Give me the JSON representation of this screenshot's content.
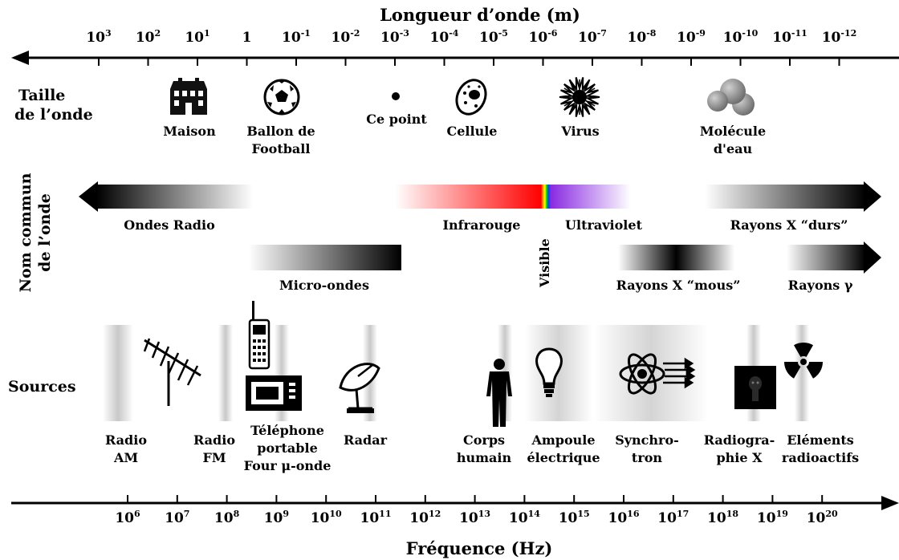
{
  "wavelength": {
    "title": "Longueur d’onde (m)",
    "ticks": [
      {
        "base": "10",
        "exp": "3"
      },
      {
        "base": "10",
        "exp": "2"
      },
      {
        "base": "10",
        "exp": "1"
      },
      {
        "base": "1",
        "exp": ""
      },
      {
        "base": "10",
        "exp": "-1"
      },
      {
        "base": "10",
        "exp": "-2"
      },
      {
        "base": "10",
        "exp": "-3"
      },
      {
        "base": "10",
        "exp": "-4"
      },
      {
        "base": "10",
        "exp": "-5"
      },
      {
        "base": "10",
        "exp": "-6"
      },
      {
        "base": "10",
        "exp": "-7"
      },
      {
        "base": "10",
        "exp": "-8"
      },
      {
        "base": "10",
        "exp": "-9"
      },
      {
        "base": "10",
        "exp": "-10"
      },
      {
        "base": "10",
        "exp": "-11"
      },
      {
        "base": "10",
        "exp": "-12"
      }
    ]
  },
  "frequency": {
    "title": "Fréquence (Hz)",
    "ticks": [
      {
        "base": "10",
        "exp": "6"
      },
      {
        "base": "10",
        "exp": "7"
      },
      {
        "base": "10",
        "exp": "8"
      },
      {
        "base": "10",
        "exp": "9"
      },
      {
        "base": "10",
        "exp": "10"
      },
      {
        "base": "10",
        "exp": "11"
      },
      {
        "base": "10",
        "exp": "12"
      },
      {
        "base": "10",
        "exp": "13"
      },
      {
        "base": "10",
        "exp": "14"
      },
      {
        "base": "10",
        "exp": "15"
      },
      {
        "base": "10",
        "exp": "16"
      },
      {
        "base": "10",
        "exp": "17"
      },
      {
        "base": "10",
        "exp": "18"
      },
      {
        "base": "10",
        "exp": "19"
      },
      {
        "base": "10",
        "exp": "20"
      }
    ]
  },
  "rows": {
    "size_line1": "Taille",
    "size_line2": "de l’onde",
    "name_line1": "Nom commun",
    "name_line2": "de l’onde",
    "sources": "Sources"
  },
  "sizes": {
    "house": "Maison",
    "ball_line1": "Ballon de",
    "ball_line2": "Football",
    "dot": "Ce point",
    "cell": "Cellule",
    "virus": "Virus",
    "molecule_line1": "Molécule",
    "molecule_line2": "d'eau"
  },
  "bands": {
    "radio": "Ondes Radio",
    "micro": "Micro-ondes",
    "infrared": "Infrarouge",
    "visible": "Visible",
    "uv": "Ultraviolet",
    "xray_hard": "Rayons X “durs”",
    "xray_soft": "Rayons X “mous”",
    "gamma": "Rayons γ"
  },
  "sources": {
    "am_1": "Radio",
    "am_2": "AM",
    "fm_1": "Radio",
    "fm_2": "FM",
    "phone_1": "Téléphone",
    "phone_2": "portable",
    "phone_3": "Four μ-onde",
    "radar": "Radar",
    "body_1": "Corps",
    "body_2": "humain",
    "bulb_1": "Ampoule",
    "bulb_2": "électrique",
    "sync_1": "Synchro-",
    "sync_2": "tron",
    "xray_1": "Radiogra-",
    "xray_2": "phie X",
    "radio_1": "Eléments",
    "radio_2": "radioactifs"
  }
}
